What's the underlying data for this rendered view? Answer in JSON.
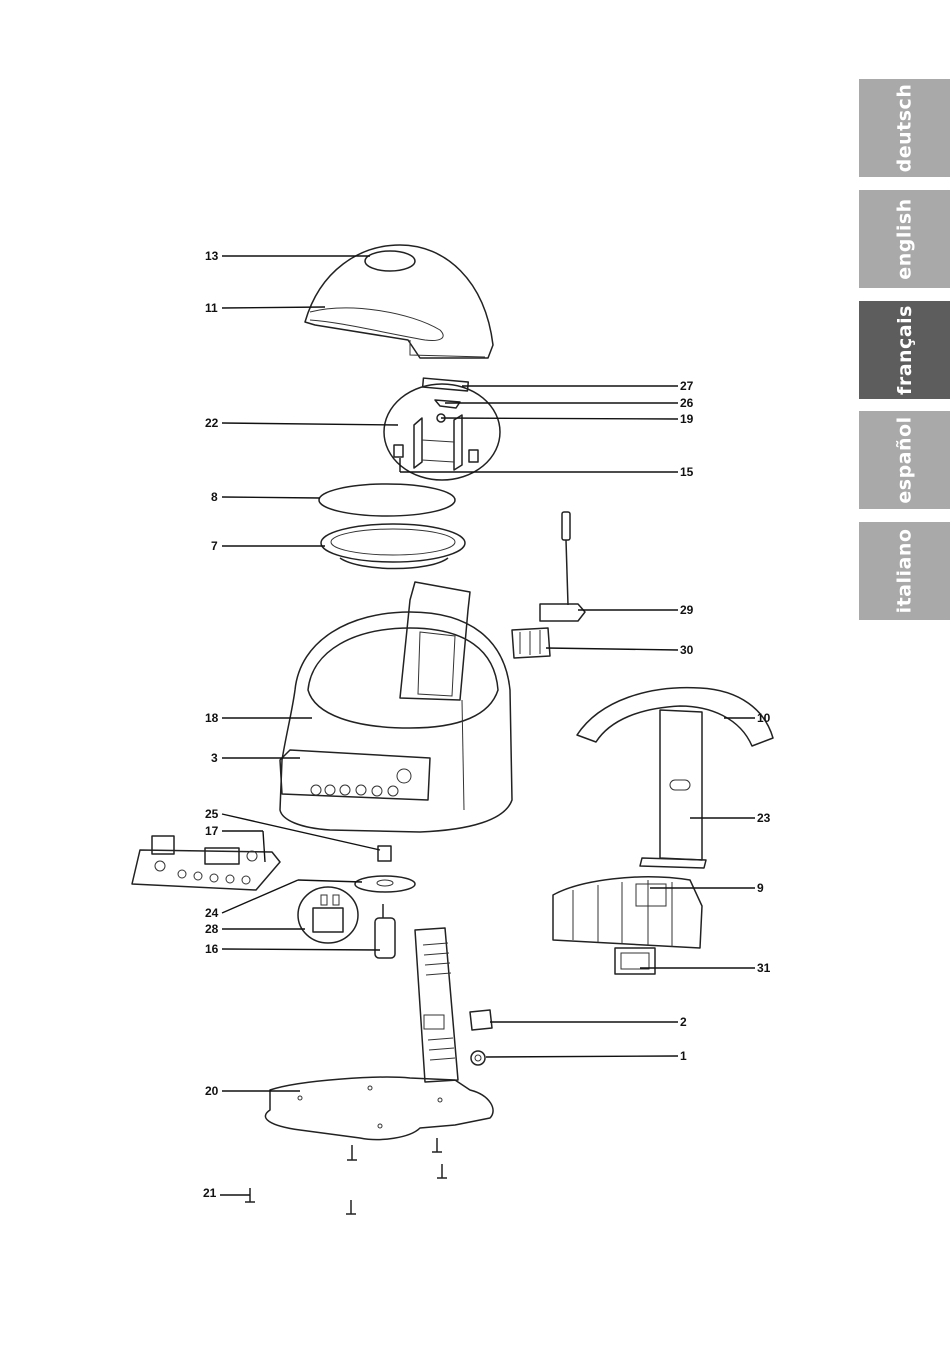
{
  "language_tabs": [
    {
      "label": "deutsch",
      "active": false
    },
    {
      "label": "english",
      "active": false
    },
    {
      "label": "français",
      "active": true
    },
    {
      "label": "español",
      "active": false
    },
    {
      "label": "italiano",
      "active": false
    }
  ],
  "colors": {
    "tab_inactive": "#a9a9a9",
    "tab_active": "#5d5d5d",
    "line": "#111111"
  },
  "callouts": {
    "c13": "13",
    "c11": "11",
    "c27": "27",
    "c26": "26",
    "c22": "22",
    "c19": "19",
    "c15": "15",
    "c8": "8",
    "c7": "7",
    "c29": "29",
    "c30": "30",
    "c10": "10",
    "c18": "18",
    "c3": "3",
    "c23": "23",
    "c25": "25",
    "c17": "17",
    "c9": "9",
    "c24": "24",
    "c28": "28",
    "c16": "16",
    "c31": "31",
    "c2": "2",
    "c1": "1",
    "c20": "20",
    "c21": "21"
  }
}
